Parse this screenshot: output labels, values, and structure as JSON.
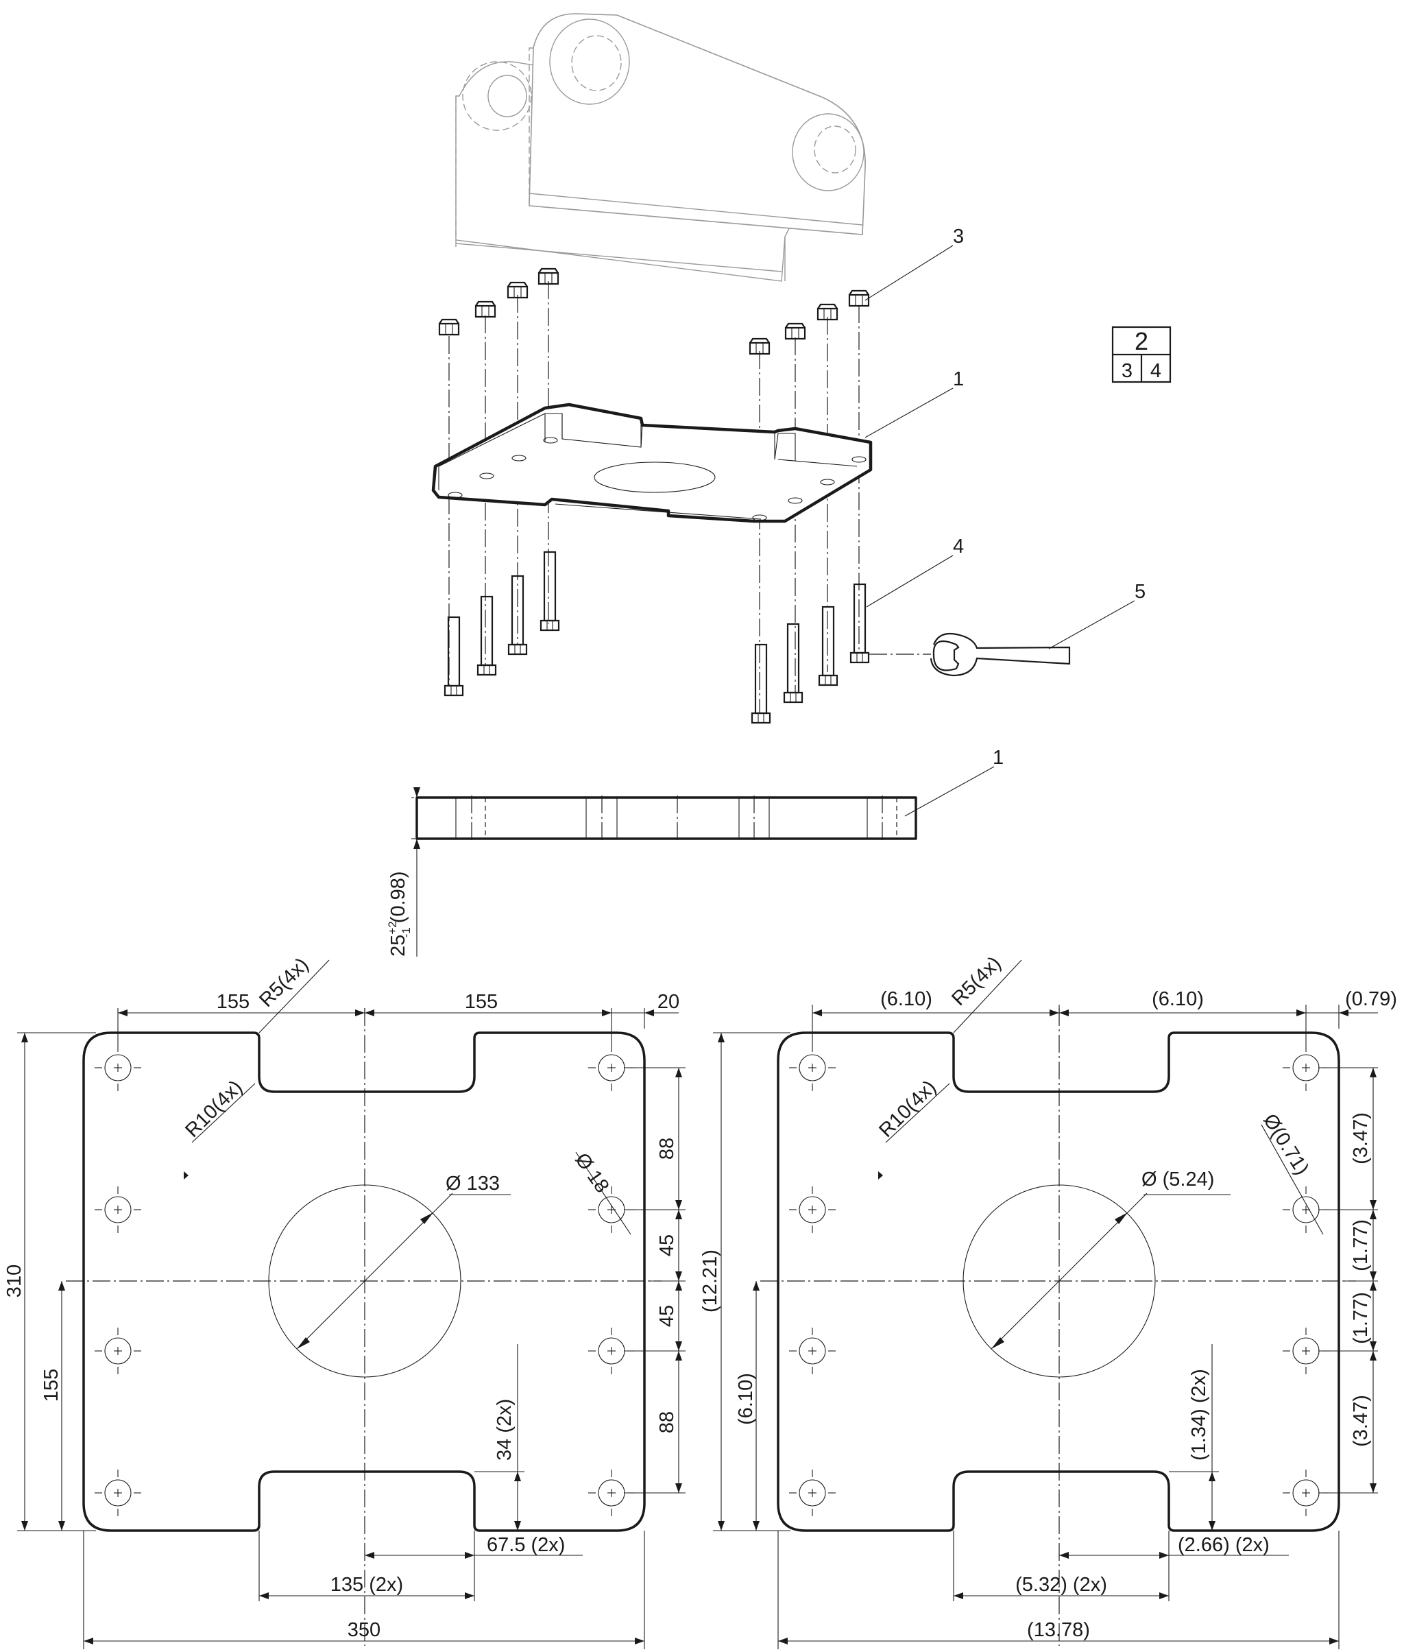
{
  "callouts": {
    "exploded": [
      "3",
      "1",
      "4",
      "5"
    ],
    "side": "1"
  },
  "legend": {
    "top": "2",
    "bottom_left": "3",
    "bottom_right": "4"
  },
  "side_view": {
    "thickness": "25",
    "tol_plus": "+2",
    "tol_minus": "-1",
    "inch": "(0.98)"
  },
  "metric_view": {
    "top_left": "155",
    "top_right": "155",
    "edge": "20",
    "r5": "R5(4x)",
    "r10": "R10(4x)",
    "hole": "Ø 18",
    "bore": "Ø 133",
    "height": "310",
    "half_height": "155",
    "v88_top": "88",
    "v45_top": "45",
    "v45_bot": "45",
    "v88_bot": "88",
    "notch_depth": "34 (2x)",
    "notch_half": "67.5 (2x)",
    "notch_width": "135 (2x)",
    "width": "350"
  },
  "inch_view": {
    "top_left": "(6.10)",
    "top_right": "(6.10)",
    "edge": "(0.79)",
    "r5": "R5(4x)",
    "r10": "R10(4x)",
    "hole": "Ø(0.71)",
    "bore": "Ø (5.24)",
    "height": "(12.21)",
    "half_height": "(6.10)",
    "v88_top": "(3.47)",
    "v45_top": "(1.77)",
    "v45_bot": "(1.77)",
    "v88_bot": "(3.47)",
    "notch_depth": "(1.34) (2x)",
    "notch_half": "(2.66) (2x)",
    "notch_width": "(5.32) (2x)",
    "width": "(13.78)"
  }
}
